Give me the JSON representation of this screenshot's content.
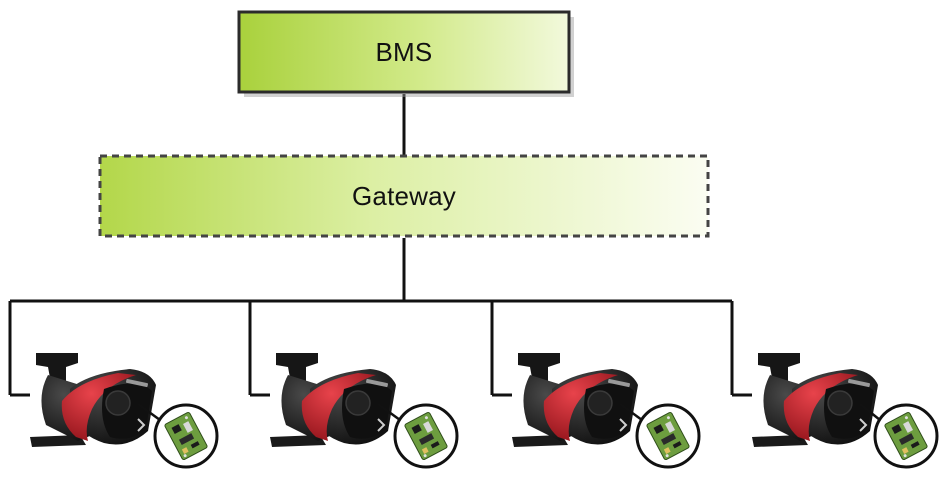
{
  "diagram": {
    "top_node": {
      "label": "BMS"
    },
    "middle_node": {
      "label": "Gateway"
    },
    "devices": [
      {
        "name": "pump",
        "module": "communication-module"
      },
      {
        "name": "pump",
        "module": "communication-module"
      },
      {
        "name": "pump",
        "module": "communication-module"
      },
      {
        "name": "pump",
        "module": "communication-module"
      }
    ]
  },
  "colors": {
    "box_green_dark": "#b5d84a",
    "box_green_light": "#f4fae0",
    "line": "#111111",
    "pump_body": "#1c1c1c",
    "pump_accent": "#c8202a",
    "board_green": "#5f8f3a"
  }
}
